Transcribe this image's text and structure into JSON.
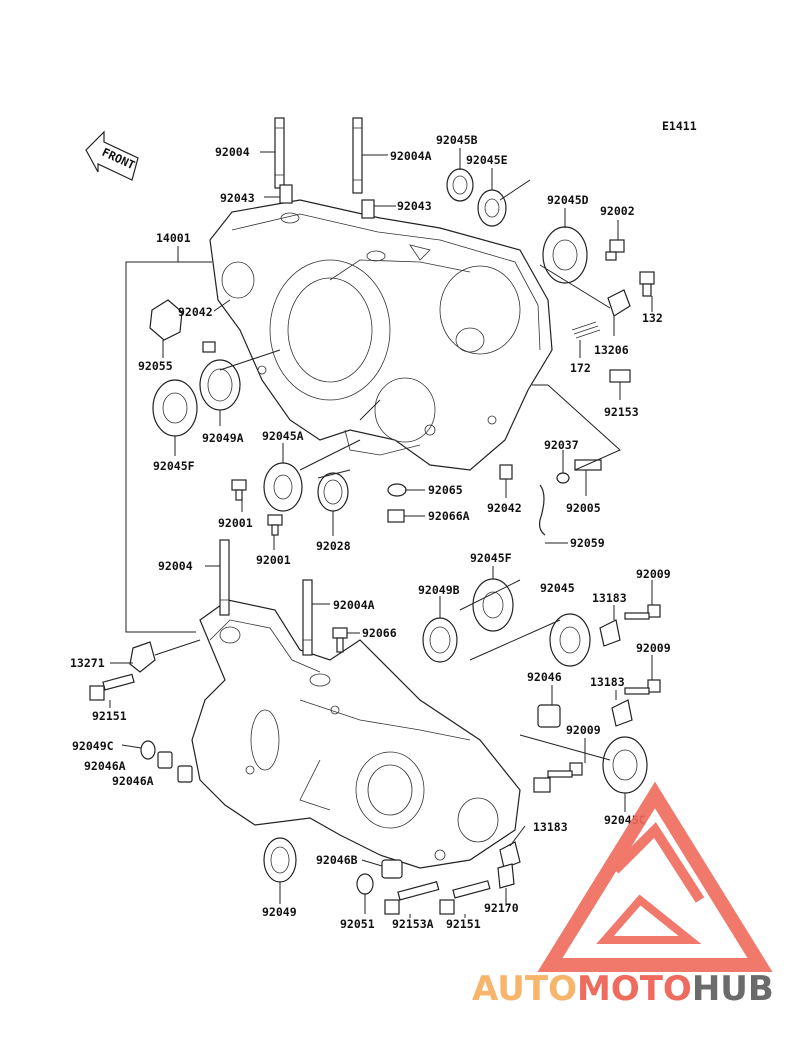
{
  "diagram": {
    "code": "E1411",
    "front_label": "FRONT",
    "labels": [
      {
        "id": "l-92004-top",
        "text": "92004"
      },
      {
        "id": "l-92004a-top",
        "text": "92004A"
      },
      {
        "id": "l-92045b",
        "text": "92045B"
      },
      {
        "id": "l-92045e",
        "text": "92045E"
      },
      {
        "id": "l-92043-a",
        "text": "92043"
      },
      {
        "id": "l-92043-b",
        "text": "92043"
      },
      {
        "id": "l-14001",
        "text": "14001"
      },
      {
        "id": "l-92045d",
        "text": "92045D"
      },
      {
        "id": "l-92002",
        "text": "92002"
      },
      {
        "id": "l-92042-a",
        "text": "92042"
      },
      {
        "id": "l-132",
        "text": "132"
      },
      {
        "id": "l-13206",
        "text": "13206"
      },
      {
        "id": "l-92055",
        "text": "92055"
      },
      {
        "id": "l-172",
        "text": "172"
      },
      {
        "id": "l-92153",
        "text": "92153"
      },
      {
        "id": "l-92049a",
        "text": "92049A"
      },
      {
        "id": "l-92045a",
        "text": "92045A"
      },
      {
        "id": "l-92037",
        "text": "92037"
      },
      {
        "id": "l-92045f-a",
        "text": "92045F"
      },
      {
        "id": "l-92065",
        "text": "92065"
      },
      {
        "id": "l-92042-b",
        "text": "92042"
      },
      {
        "id": "l-92005",
        "text": "92005"
      },
      {
        "id": "l-92001-a",
        "text": "92001"
      },
      {
        "id": "l-92066a",
        "text": "92066A"
      },
      {
        "id": "l-92001-b",
        "text": "92001"
      },
      {
        "id": "l-92028",
        "text": "92028"
      },
      {
        "id": "l-92059",
        "text": "92059"
      },
      {
        "id": "l-92004-mid",
        "text": "92004"
      },
      {
        "id": "l-92045f-b",
        "text": "92045F"
      },
      {
        "id": "l-92045",
        "text": "92045"
      },
      {
        "id": "l-92009-a",
        "text": "92009"
      },
      {
        "id": "l-92049b",
        "text": "92049B"
      },
      {
        "id": "l-13183-a",
        "text": "13183"
      },
      {
        "id": "l-92004a-mid",
        "text": "92004A"
      },
      {
        "id": "l-92066",
        "text": "92066"
      },
      {
        "id": "l-13271",
        "text": "13271"
      },
      {
        "id": "l-92009-b",
        "text": "92009"
      },
      {
        "id": "l-92046",
        "text": "92046"
      },
      {
        "id": "l-13183-b",
        "text": "13183"
      },
      {
        "id": "l-92151-a",
        "text": "92151"
      },
      {
        "id": "l-92049c",
        "text": "92049C"
      },
      {
        "id": "l-92009-c",
        "text": "92009"
      },
      {
        "id": "l-92046a-a",
        "text": "92046A"
      },
      {
        "id": "l-92046a-b",
        "text": "92046A"
      },
      {
        "id": "l-92045c",
        "text": "92045C"
      },
      {
        "id": "l-13183-c",
        "text": "13183"
      },
      {
        "id": "l-92046b",
        "text": "92046B"
      },
      {
        "id": "l-92049",
        "text": "92049"
      },
      {
        "id": "l-92170",
        "text": "92170"
      },
      {
        "id": "l-92051",
        "text": "92051"
      },
      {
        "id": "l-92153a",
        "text": "92153A"
      },
      {
        "id": "l-92151-b",
        "text": "92151"
      }
    ]
  },
  "watermark": {
    "part1": "AUTO",
    "part2": "MOTO",
    "part3": "HUB",
    "colors": {
      "auto": "#f6b56b",
      "moto": "#ef6b5d",
      "hub": "#6b6b6b",
      "triangle": "#ef6b5d"
    }
  }
}
